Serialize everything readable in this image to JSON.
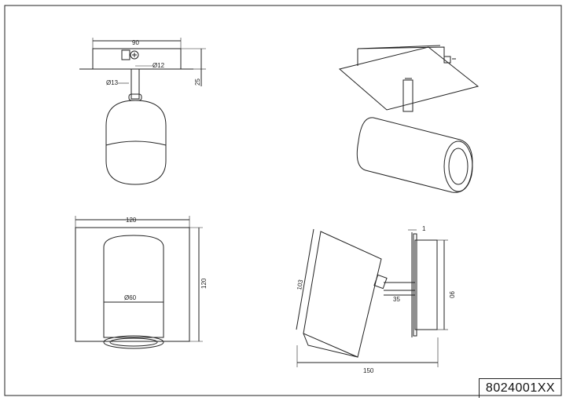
{
  "part_number": "8024001XX",
  "views": {
    "front": {
      "dim_width": "90",
      "dim_height": "25",
      "dim_stem": "Ø12",
      "dim_knob": "Ø13"
    },
    "bottom": {
      "dim_width": "120",
      "dim_height": "120",
      "dim_diameter": "Ø60"
    },
    "side": {
      "dim_plate": "1",
      "dim_height": "90",
      "dim_length": "103",
      "dim_arm": "35",
      "dim_total": "150"
    }
  },
  "colors": {
    "line": "#222222",
    "paper": "#ffffff"
  }
}
